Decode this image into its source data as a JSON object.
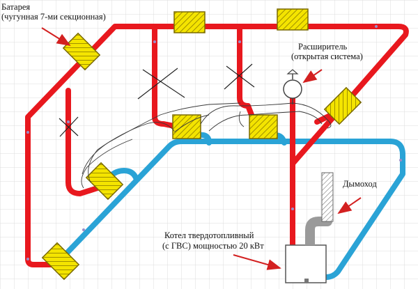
{
  "labels": {
    "battery_line1": "Батарея",
    "battery_line2": "(чугунная 7-ми секционная)",
    "expander_line1": "Расширитель",
    "expander_line2": "(открытая система)",
    "chimney": "Дымоход",
    "boiler_line1": "Котел твердотопливный",
    "boiler_line2": "(с ГВС) мощностью 20 кВт"
  },
  "colors": {
    "supply_pipe": "#e8181e",
    "return_pipe": "#2aa3d6",
    "radiator_fill": "#f4e400",
    "radiator_stroke": "#7a6a00",
    "arrow": "#d32020",
    "grid": "#dcdcdc",
    "boiler": "#ffffff",
    "chimney_pipe": "#9a9a9a",
    "sketch": "#3a3a3a"
  },
  "icons": {
    "radiator": "radiator-icon",
    "expander": "expansion-tank-icon",
    "boiler": "boiler-icon",
    "chimney": "chimney-icon",
    "cross": "cross-mark-icon"
  }
}
